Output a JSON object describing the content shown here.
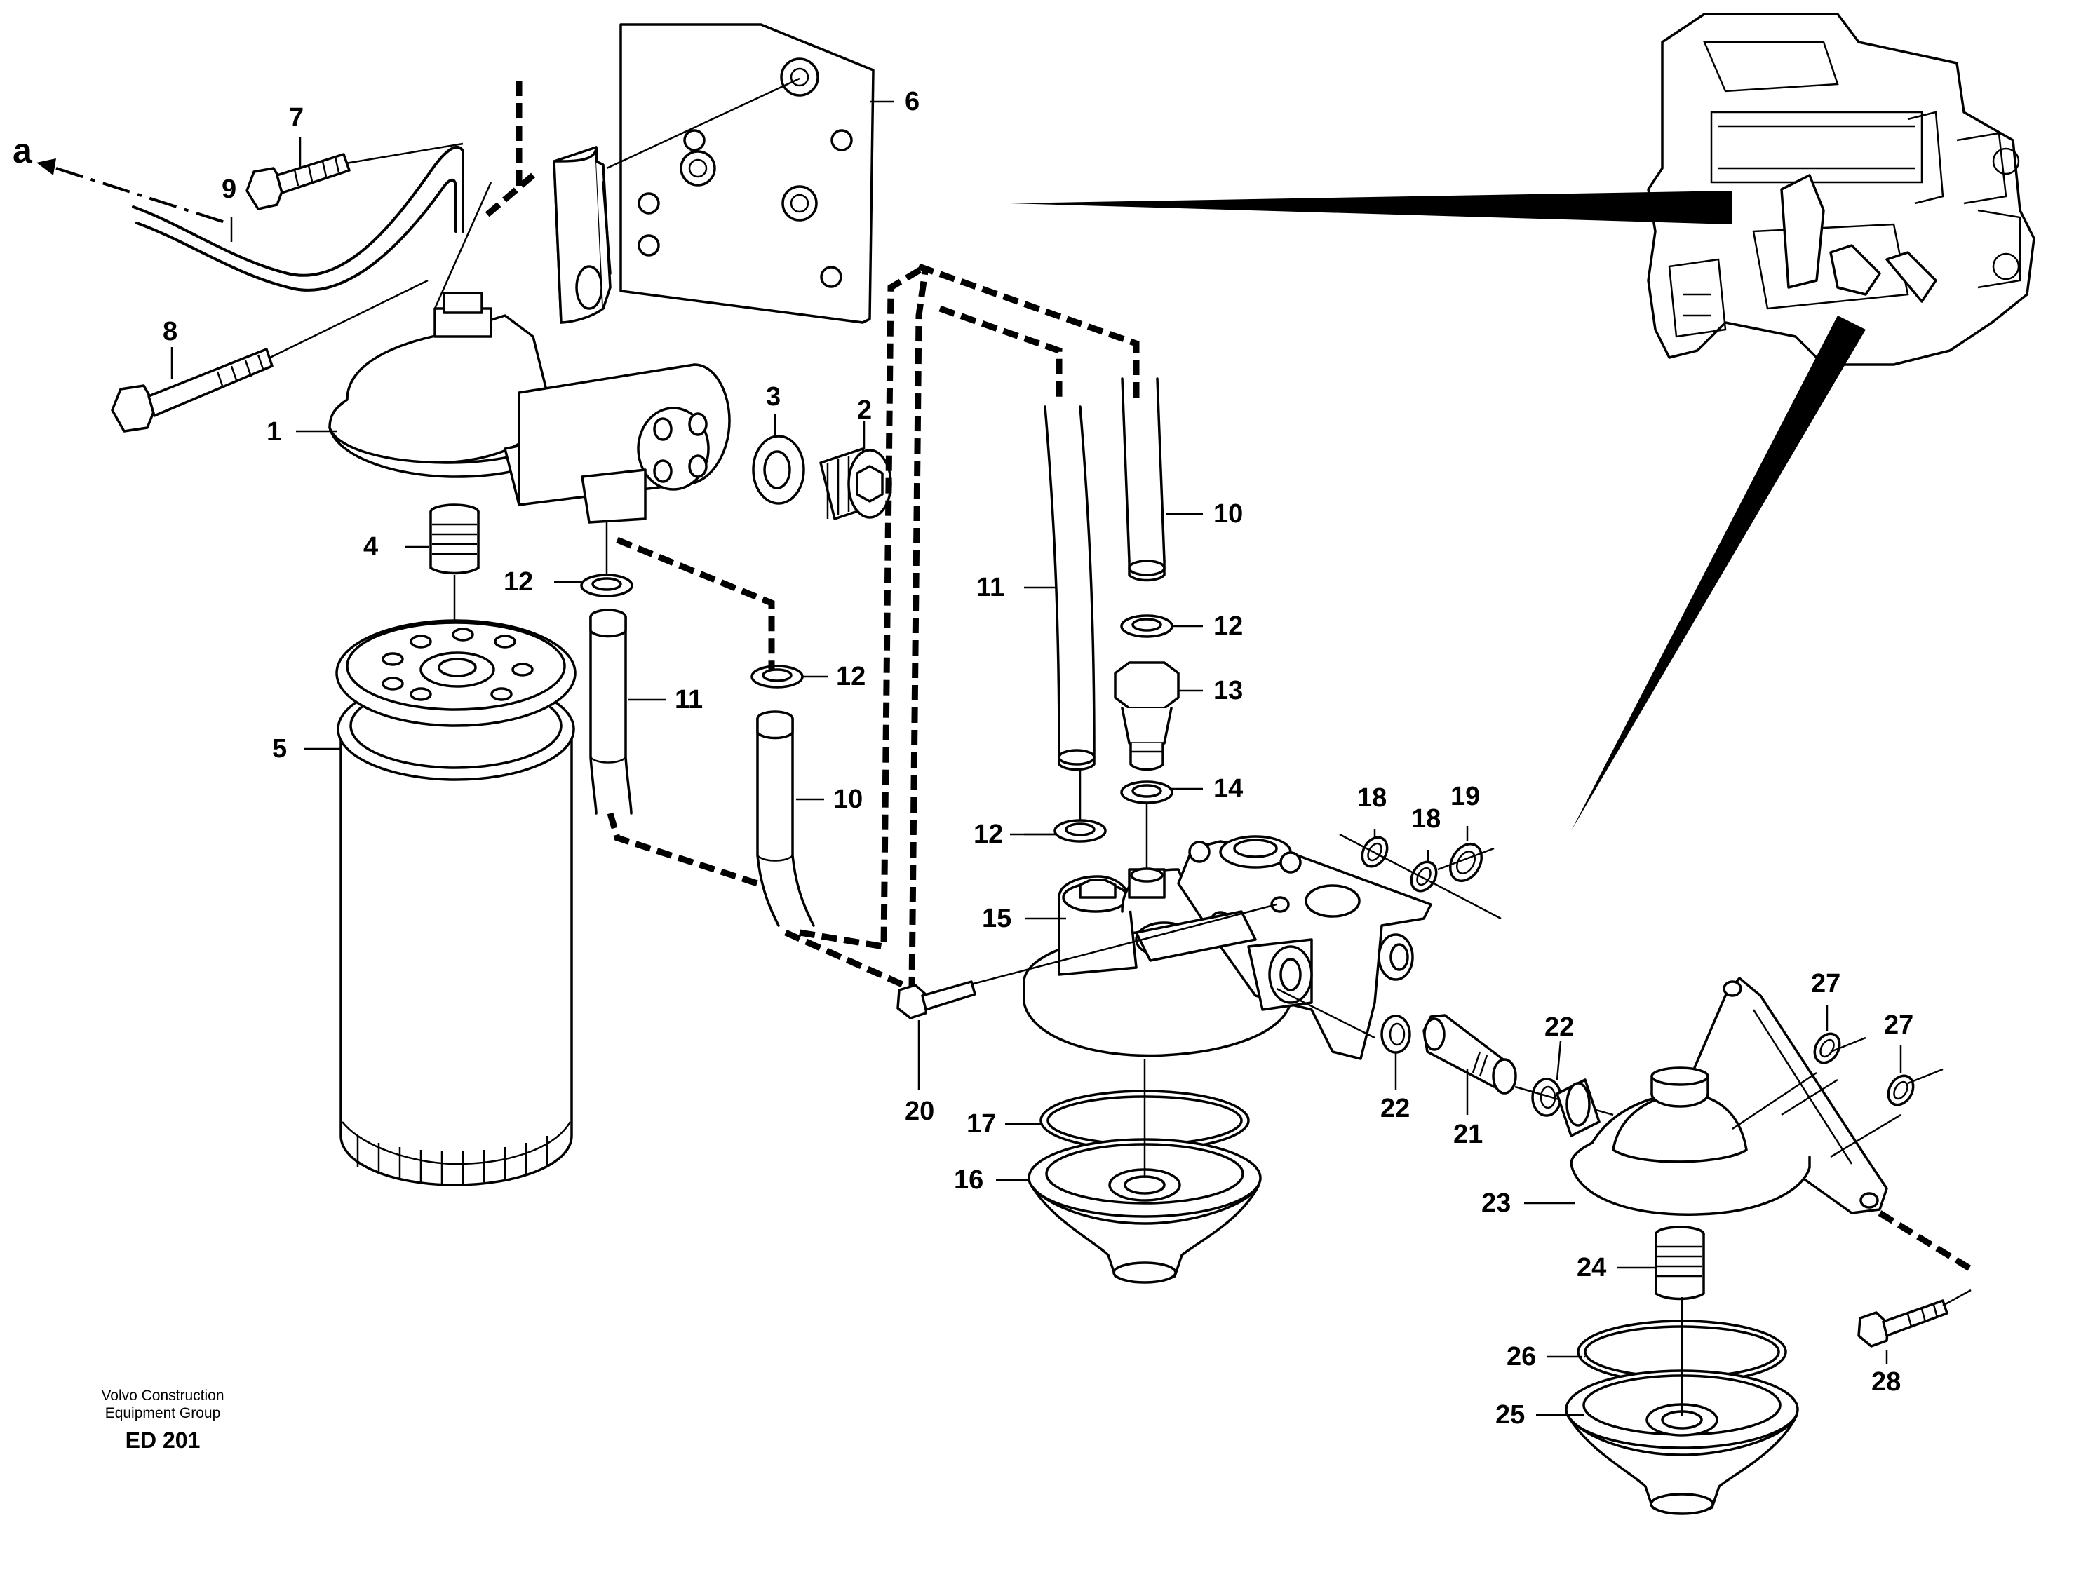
{
  "labels": {
    "a": "a",
    "p1": "1",
    "p2": "2",
    "p3": "3",
    "p4": "4",
    "p5": "5",
    "p6": "6",
    "p7": "7",
    "p8": "8",
    "p9": "9",
    "p10a": "10",
    "p10b": "10",
    "p11a": "11",
    "p11b": "11",
    "p12a": "12",
    "p12b": "12",
    "p12c": "12",
    "p12d": "12",
    "p13": "13",
    "p14": "14",
    "p15": "15",
    "p16": "16",
    "p17": "17",
    "p18a": "18",
    "p18b": "18",
    "p19": "19",
    "p20": "20",
    "p21": "21",
    "p22a": "22",
    "p22b": "22",
    "p23": "23",
    "p24": "24",
    "p25": "25",
    "p26": "26",
    "p27a": "27",
    "p27b": "27",
    "p28": "28"
  },
  "footer": {
    "line1": "Volvo Construction",
    "line2": "Equipment Group",
    "code": "ED 201"
  }
}
